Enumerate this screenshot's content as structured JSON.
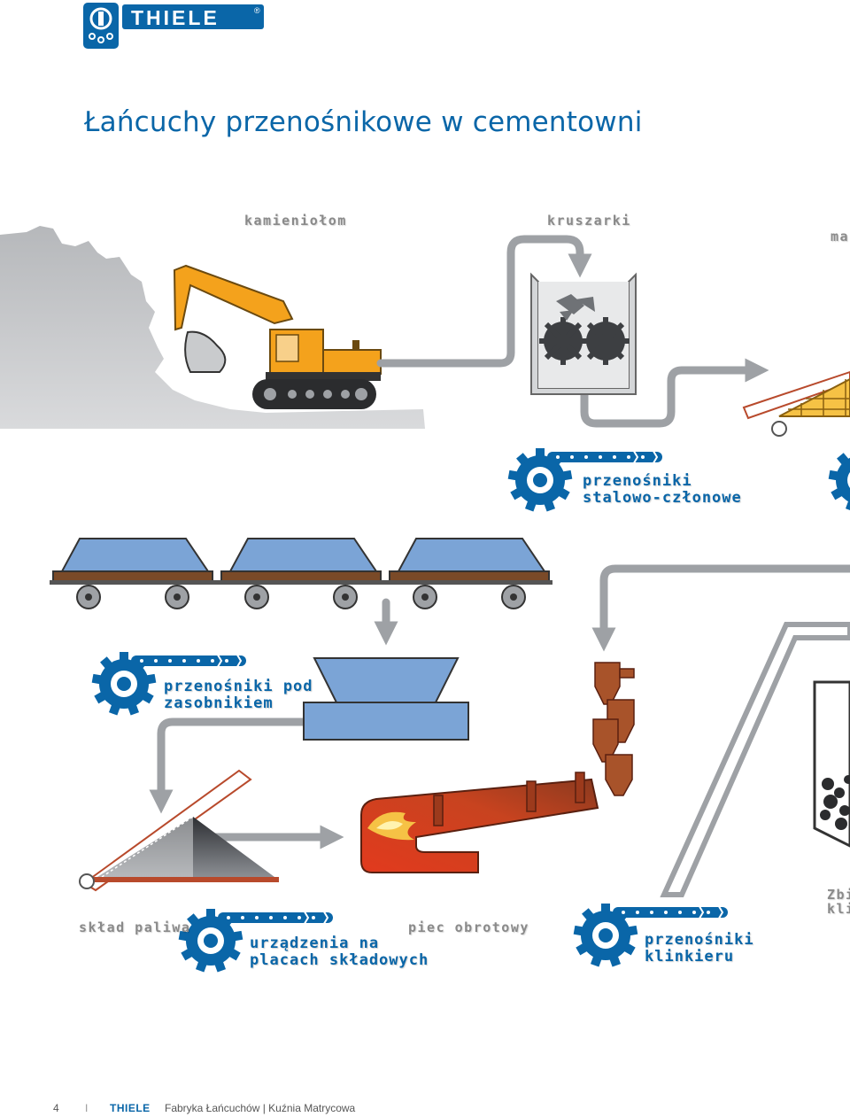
{
  "header": {
    "logo_text": "THIELE",
    "registered_mark": "®",
    "title": "Łańcuchy przenośnikowe w cementowni"
  },
  "labels": {
    "quarry": "kamieniołom",
    "crushers": "kruszarki",
    "cut_right_top": "ma",
    "steel_conveyors_line1": "przenośniki",
    "steel_conveyors_line2": "stalowo-członowe",
    "bunker_conveyors_line1": "przenośniki pod",
    "bunker_conveyors_line2": "zasobnikiem",
    "fuel_store": "skład paliwa",
    "storage_devices_line1": "urządzenia na",
    "storage_devices_line2": "placach składowych",
    "rotary_kiln": "piec obrotowy",
    "clinker_conveyors_line1": "przenośniki",
    "clinker_conveyors_line2": "klinkieru",
    "cut_right_line1": "Zbi",
    "cut_right_line2": "klin"
  },
  "footer": {
    "page_number": "4",
    "separator": "I",
    "brand": "THIELE",
    "company": "Fabryka Łańcuchów | Kuźnia Matrycowa"
  },
  "colors": {
    "brand_blue": "#0a66a8",
    "wagon_blue": "#7ba4d6",
    "excavator_orange": "#f4a21c",
    "kiln_red": "#d6401f",
    "label_gray": "#8a8a8a"
  }
}
